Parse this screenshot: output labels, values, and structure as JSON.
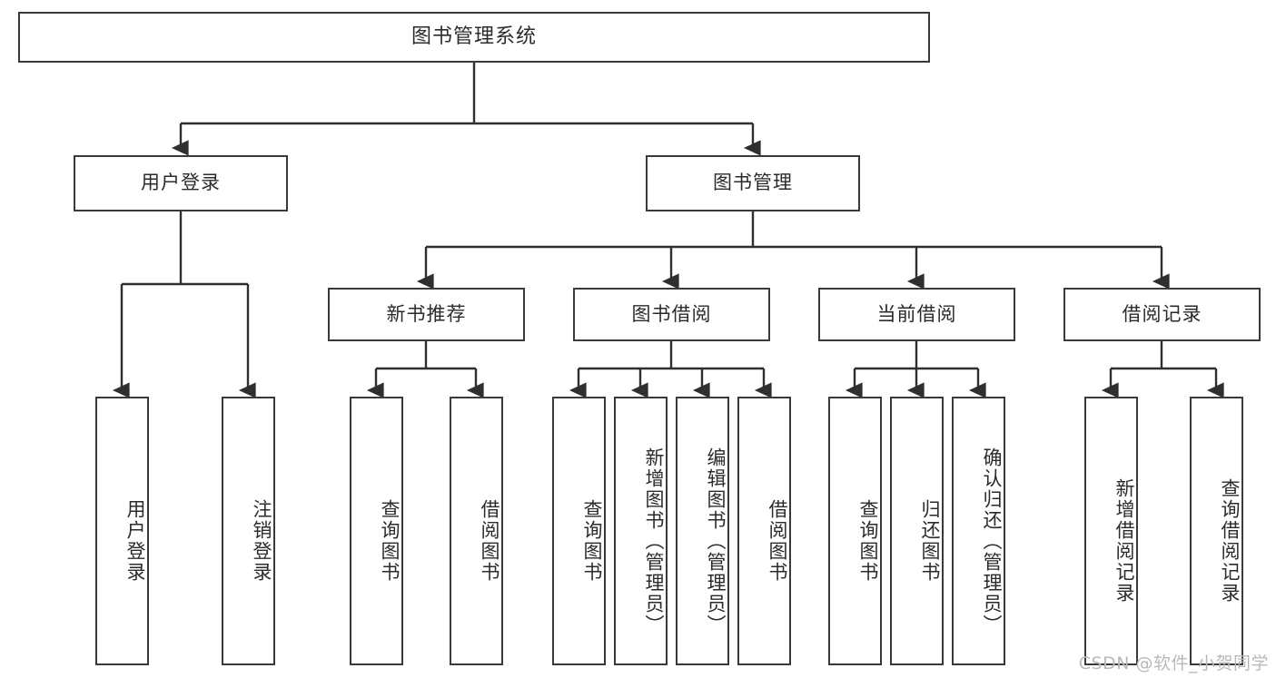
{
  "diagram": {
    "title": "图书管理系统",
    "type": "tree-hierarchy-chart",
    "colors": {
      "box_border": "#3a3a3a",
      "box_fill": "#ffffff",
      "connector": "#2f2f2f",
      "text": "#2b2b2b",
      "watermark": "#b9b9b9",
      "background": "#ffffff"
    },
    "root": {
      "label": "图书管理系统"
    },
    "level2": [
      {
        "id": "user-login",
        "label": "用户登录"
      },
      {
        "id": "book-management",
        "label": "图书管理"
      }
    ],
    "level3": [
      {
        "id": "new-book-recommend",
        "label": "新书推荐"
      },
      {
        "id": "book-borrow",
        "label": "图书借阅"
      },
      {
        "id": "current-borrow",
        "label": "当前借阅"
      },
      {
        "id": "borrow-record",
        "label": "借阅记录"
      }
    ],
    "leaves": {
      "user_login": [
        {
          "id": "leaf-user-login",
          "label": "用户登录"
        },
        {
          "id": "leaf-logout-login",
          "label": "注销登录"
        }
      ],
      "new_book_recommend": [
        {
          "id": "leaf-query-book-1",
          "label": "查询图书"
        },
        {
          "id": "leaf-borrow-book-1",
          "label": "借阅图书"
        }
      ],
      "book_borrow": [
        {
          "id": "leaf-query-book-2",
          "label": "查询图书"
        },
        {
          "id": "leaf-add-book",
          "label": "新增图书（管理员）"
        },
        {
          "id": "leaf-edit-book",
          "label": "编辑图书（管理员）"
        },
        {
          "id": "leaf-borrow-book-2",
          "label": "借阅图书"
        }
      ],
      "current_borrow": [
        {
          "id": "leaf-query-book-3",
          "label": "查询图书"
        },
        {
          "id": "leaf-return-book",
          "label": "归还图书"
        },
        {
          "id": "leaf-confirm-return",
          "label": "确认归还（管理员）"
        }
      ],
      "borrow_record": [
        {
          "id": "leaf-add-record",
          "label": "新增借阅记录"
        },
        {
          "id": "leaf-query-record",
          "label": "查询借阅记录"
        }
      ]
    },
    "watermark": "CSDN @软件_小贺同学"
  }
}
